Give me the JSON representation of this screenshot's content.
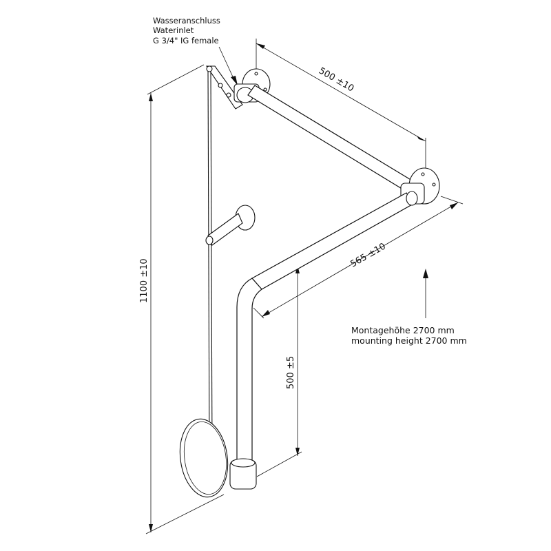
{
  "labels": {
    "water_inlet_de": "Wasseranschluss",
    "water_inlet_en": "Waterinlet",
    "water_inlet_thread": "G 3/4\" IG female",
    "mounting_height_de": "Montagehöhe 2700 mm",
    "mounting_height_en": "mounting height 2700 mm"
  },
  "dimensions": {
    "top_arm": "500 ±10",
    "diagonal_arm": "565 ±10",
    "drop_height": "500 ±5",
    "total_height": "1100 ±10"
  }
}
